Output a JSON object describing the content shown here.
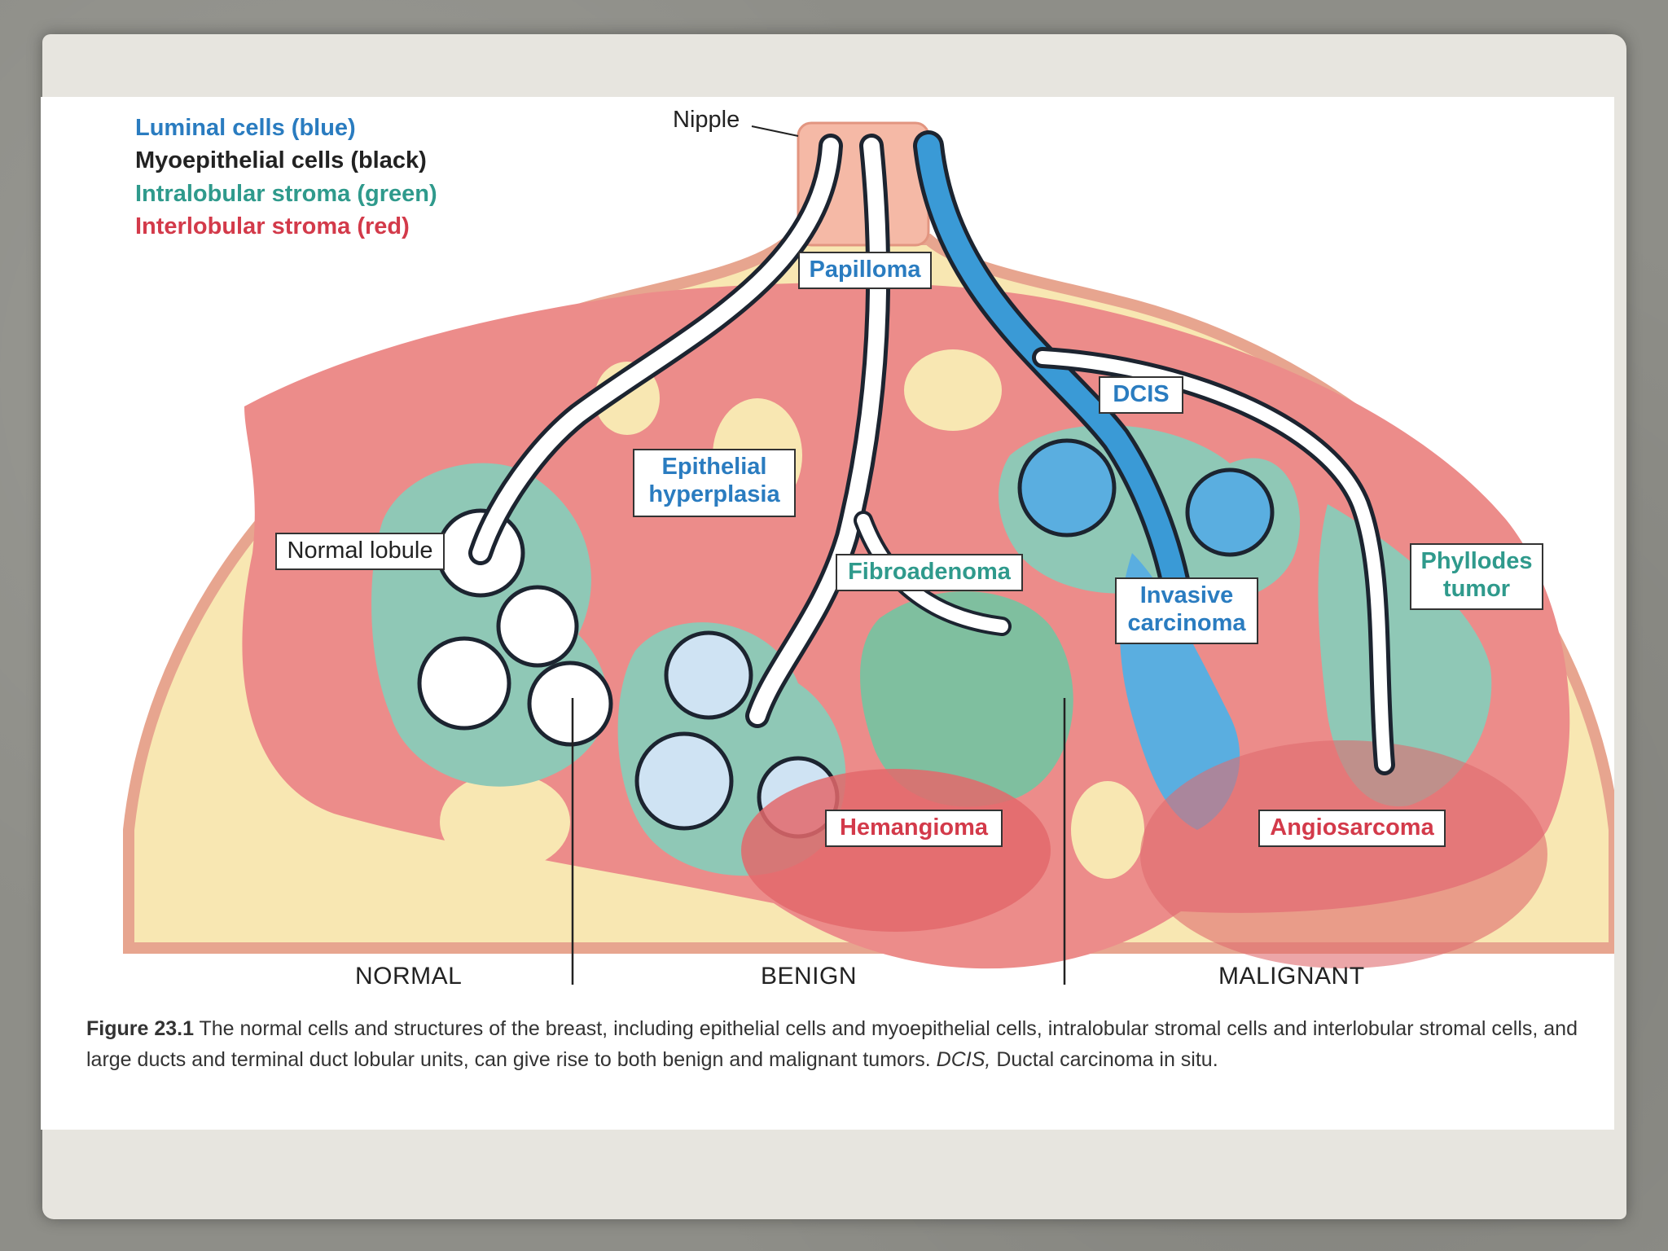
{
  "legend": [
    {
      "text": "Luminal cells (blue)",
      "color": "#2a7cc0"
    },
    {
      "text": "Myoepithelial cells (black)",
      "color": "#222222"
    },
    {
      "text": "Intralobular stroma (green)",
      "color": "#2f9a8c"
    },
    {
      "text": "Interlobular stroma (red)",
      "color": "#d33a4a"
    }
  ],
  "labels": {
    "nipple": "Nipple",
    "papilloma": "Papilloma",
    "dcis": "DCIS",
    "epithelial_hyperplasia_1": "Epithelial",
    "epithelial_hyperplasia_2": "hyperplasia",
    "normal_lobule": "Normal lobule",
    "fibroadenoma": "Fibroadenoma",
    "invasive_carcinoma_1": "Invasive",
    "invasive_carcinoma_2": "carcinoma",
    "phyllodes_tumor_1": "Phyllodes",
    "phyllodes_tumor_2": "tumor",
    "hemangioma": "Hemangioma",
    "angiosarcoma": "Angiosarcoma"
  },
  "sections": {
    "normal": "NORMAL",
    "benign": "BENIGN",
    "malignant": "MALIGNANT"
  },
  "caption": {
    "label": "Figure 23.1",
    "text": "The normal cells and structures of the breast, including epithelial cells and myoepithelial cells, intralobular stromal cells and interlobular stromal cells, and large ducts and terminal duct lobular units, can give rise to both benign and malignant tumors.",
    "abbrev": "DCIS,",
    "abbrev_text": "Ductal carcinoma in situ."
  },
  "colors": {
    "fat": "#f8e7b2",
    "skin": "#f5b9a6",
    "interlobular": "#ec8c8a",
    "intralobular": "#8fc8b6",
    "luminal": "#3a9ad6",
    "myoepithelial": "#1c2430"
  }
}
